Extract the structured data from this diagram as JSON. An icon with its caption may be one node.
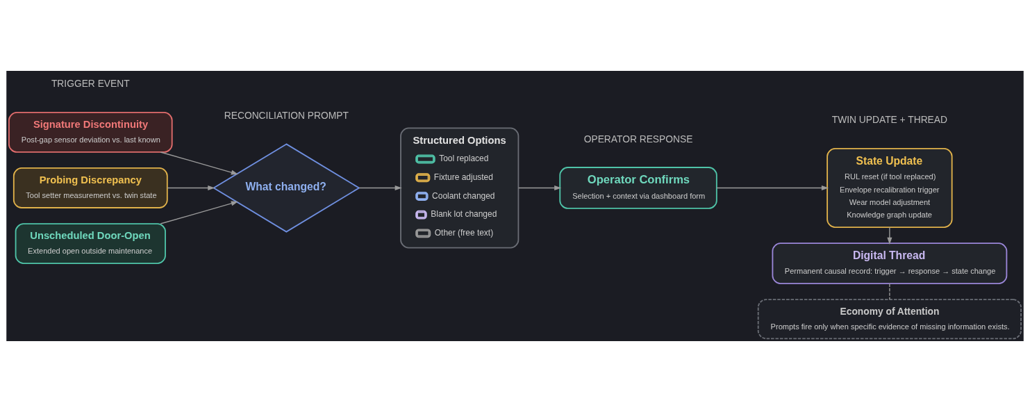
{
  "diagram": {
    "nodes": [
      {
        "text": [
          "Signature Discontinuity",
          "Post-gap sensor deviation vs. last known"
        ]
      },
      {
        "text": [
          "Probing Discrepancy",
          "Tool setter measurement vs. twin state"
        ]
      },
      {
        "text": [
          "Unscheduled Door-Open",
          "Extended open outside maintenance"
        ]
      },
      {
        "text": [
          "What changed?"
        ]
      },
      {
        "text": [
          "Structured Options",
          "Tool replaced",
          "Fixture adjusted",
          "Coolant changed",
          "Blank lot changed",
          "Other (free text)"
        ]
      },
      {
        "text": [
          "Operator Confirms",
          "Selection + context via dashboard form"
        ]
      },
      {
        "text": [
          "State Update",
          "RUL reset (if tool replaced)",
          "Envelope recalibration trigger",
          "Wear model adjustment",
          "Knowledge graph update"
        ]
      },
      {
        "text": [
          "Digital Thread",
          "Permanent causal record: trigger → response → state change"
        ]
      },
      {
        "text": [
          "Economy of Attention",
          "Prompts fire only when specific evidence of missing information exists."
        ]
      }
    ],
    "edges": [
      {
        "from": 0,
        "to": 3,
        "arrow": "to"
      },
      {
        "from": 1,
        "to": 3,
        "arrow": "to"
      },
      {
        "from": 2,
        "to": 3,
        "arrow": "to"
      },
      {
        "from": 3,
        "to": 4,
        "arrow": "to"
      },
      {
        "from": 4,
        "to": 5,
        "arrow": "to"
      },
      {
        "from": 5,
        "to": 6,
        "arrow": "to"
      },
      {
        "from": 6,
        "to": 7,
        "arrow": "to"
      },
      {
        "from": 7,
        "to": 8,
        "arrow": "none",
        "style": "dashed"
      }
    ],
    "labels": [
      "TRIGGER EVENT",
      "RECONCILIATION PROMPT",
      "OPERATOR RESPONSE",
      "TWIN UPDATE + THREAD"
    ]
  }
}
